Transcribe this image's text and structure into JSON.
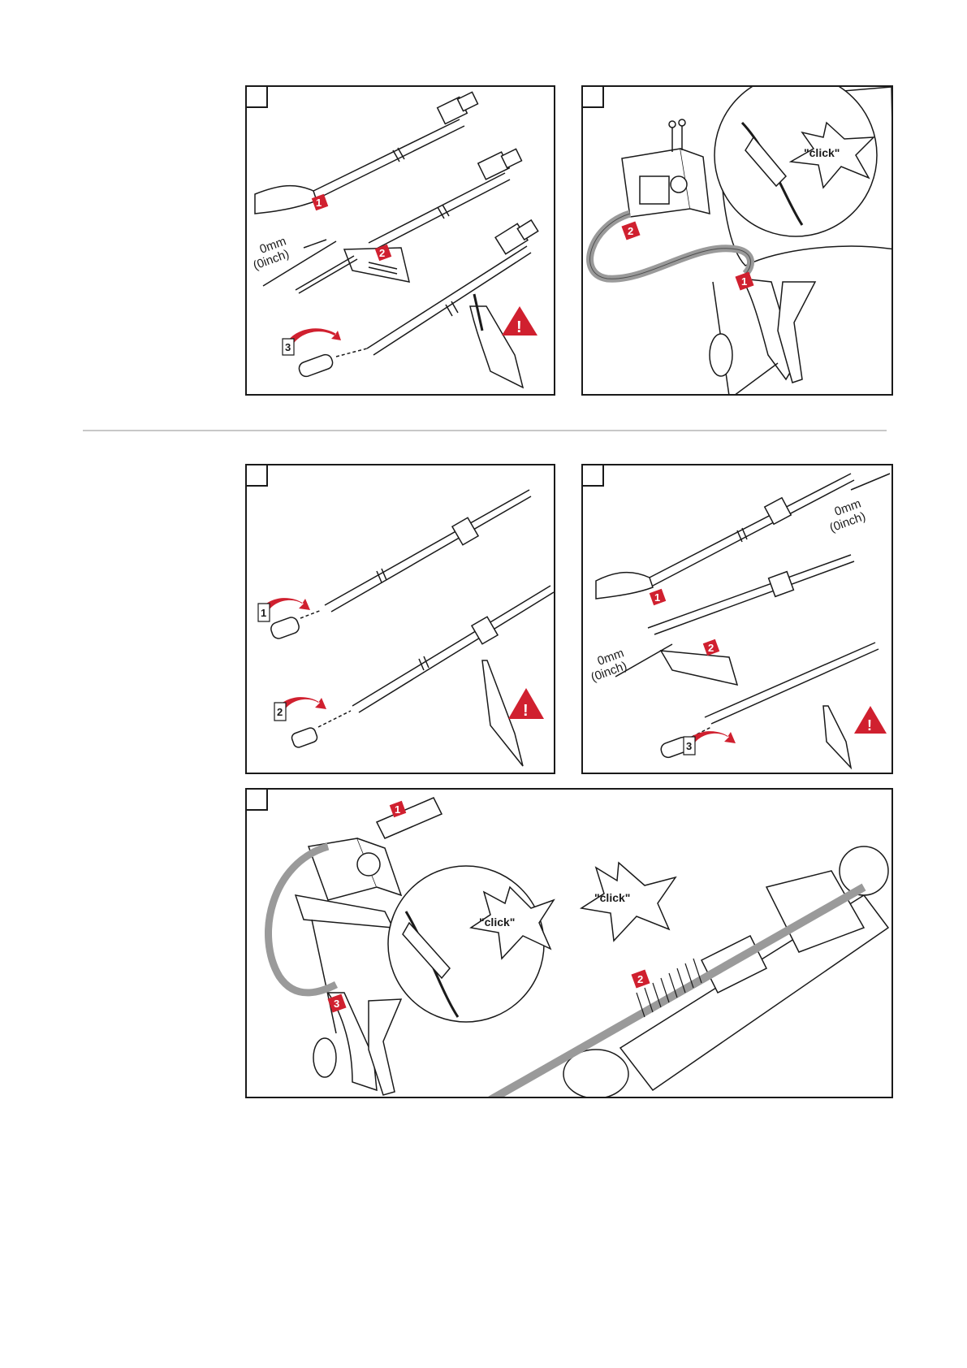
{
  "colors": {
    "accent_red": "#d0202f",
    "line": "#1a1a1a",
    "cable_grey": "#9a9a9a",
    "divider": "#c8c8c8"
  },
  "panel1": {
    "dim_value": "0mm",
    "dim_unit": "(0inch)",
    "step1": "1",
    "step2": "2",
    "step3": "3",
    "icons": [
      "hand-icon",
      "wrench-icon",
      "warning-icon"
    ]
  },
  "panel2": {
    "click_text": "\"click\"",
    "step1": "1",
    "step2": "2"
  },
  "panel3": {
    "step1": "1",
    "step2": "2",
    "icons": [
      "wrench-icon",
      "warning-icon"
    ]
  },
  "panel4": {
    "dim_top_value": "0mm",
    "dim_top_unit": "(0inch)",
    "dim_mid_value": "0mm",
    "dim_mid_unit": "(0inch)",
    "step1": "1",
    "step2": "2",
    "step3": "3",
    "icons": [
      "hand-icon",
      "wrench-icon",
      "warning-icon"
    ]
  },
  "panel5": {
    "click_left": "\"click\"",
    "click_right": "\"click\"",
    "step1": "1",
    "step2": "2",
    "step3": "3"
  }
}
